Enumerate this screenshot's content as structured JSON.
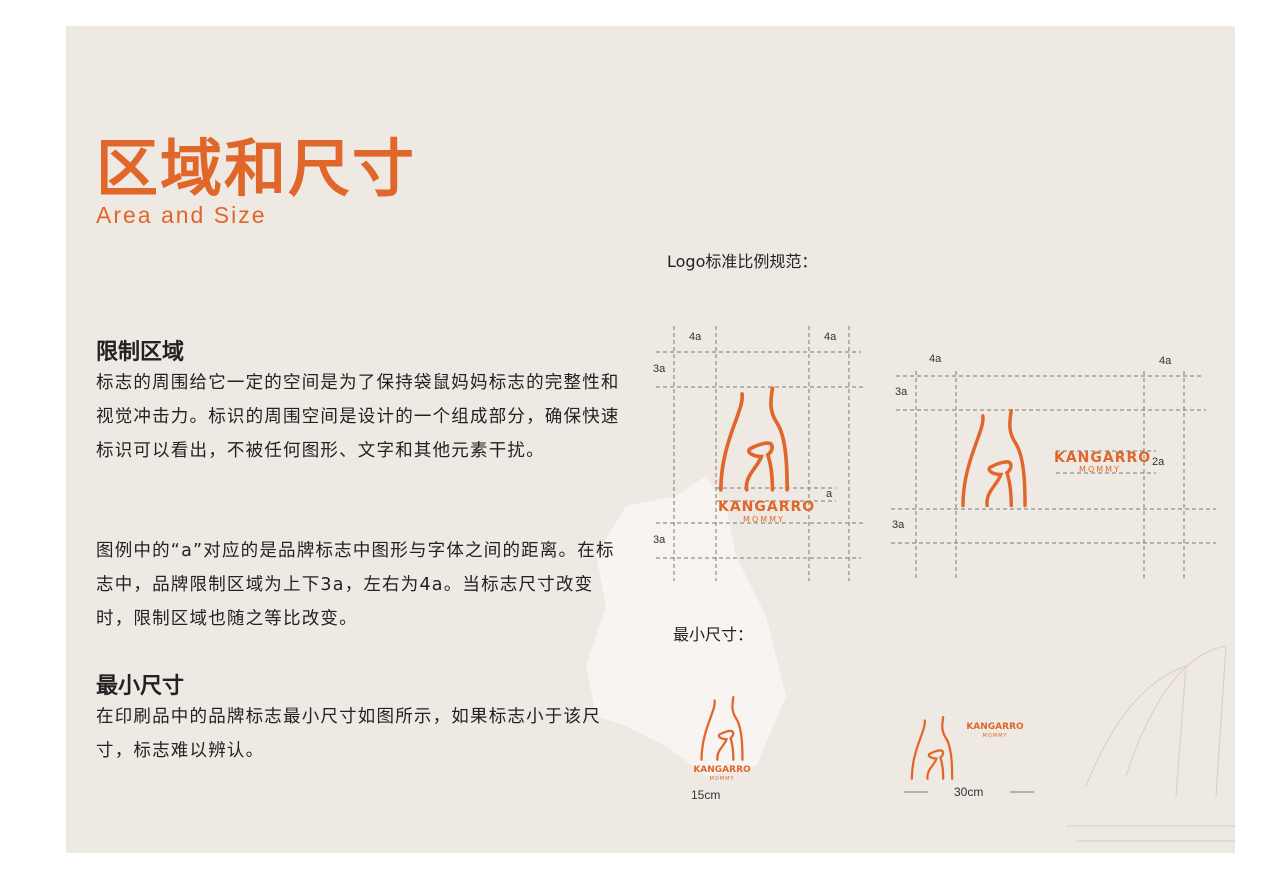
{
  "title": "区域和尺寸",
  "subtitle": "Area and Size",
  "sections": [
    {
      "heading": "限制区域",
      "paragraphs": [
        "标志的周围给它一定的空间是为了保持袋鼠妈妈标志的完整性和视觉冲击力。标识的周围空间是设计的一个组成部分，确保快速标识可以看出，不被任何图形、文字和其他元素干扰。",
        "图例中的“a”对应的是品牌标志中图形与字体之间的距离。在标志中，品牌限制区域为上下3a，左右为4a。当标志尺寸改变时，限制区域也随之等比改变。"
      ]
    },
    {
      "heading": "最小尺寸",
      "paragraphs": [
        "在印刷品中的品牌标志最小尺寸如图所示，如果标志小于该尺寸，标志难以辨认。"
      ]
    }
  ],
  "logo_ratio_label": "Logo标准比例规范：",
  "min_size_label": "最小尺寸：",
  "logo": {
    "name": "KANGARRO",
    "tagline": "MOMMY"
  },
  "dims": {
    "h": "4a",
    "v": "3a",
    "gap": "a",
    "text_height": "2a"
  },
  "min_sizes": [
    "15cm",
    "30cm"
  ],
  "colors": {
    "accent": "#e0662a",
    "background": "#efe9e4"
  }
}
